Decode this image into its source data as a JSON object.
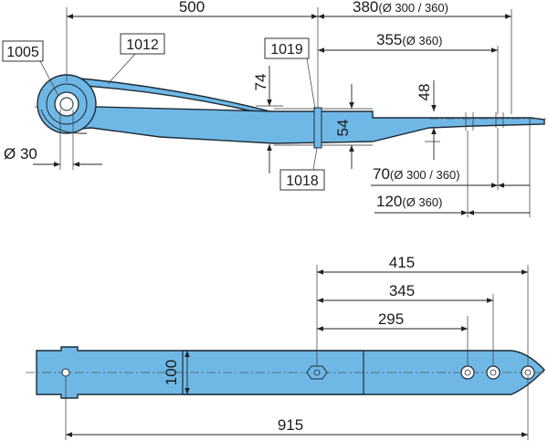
{
  "colors": {
    "spring_fill": "#6fb8e6",
    "outline": "#1d2b36",
    "text": "#1a1a1a"
  },
  "top_view": {
    "part_labels": {
      "eye": "1005",
      "second_leaf": "1012",
      "u_bolt": "1019",
      "center_bolt": "1018"
    },
    "dims": {
      "length_500": "500",
      "length_380": "380",
      "length_380_note": "(Ø 300 / 360)",
      "length_355": "355",
      "length_355_note": "(Ø 360)",
      "height_74": "74",
      "height_48": "48",
      "height_54": "54",
      "eye_diameter": "Ø 30",
      "length_70": "70",
      "length_70_note": "(Ø 300 / 360)",
      "length_120": "120",
      "length_120_note": "(Ø 360)"
    }
  },
  "bottom_view": {
    "dims": {
      "length_415": "415",
      "length_345": "345",
      "length_295": "295",
      "width_100": "100",
      "total_915": "915"
    }
  }
}
